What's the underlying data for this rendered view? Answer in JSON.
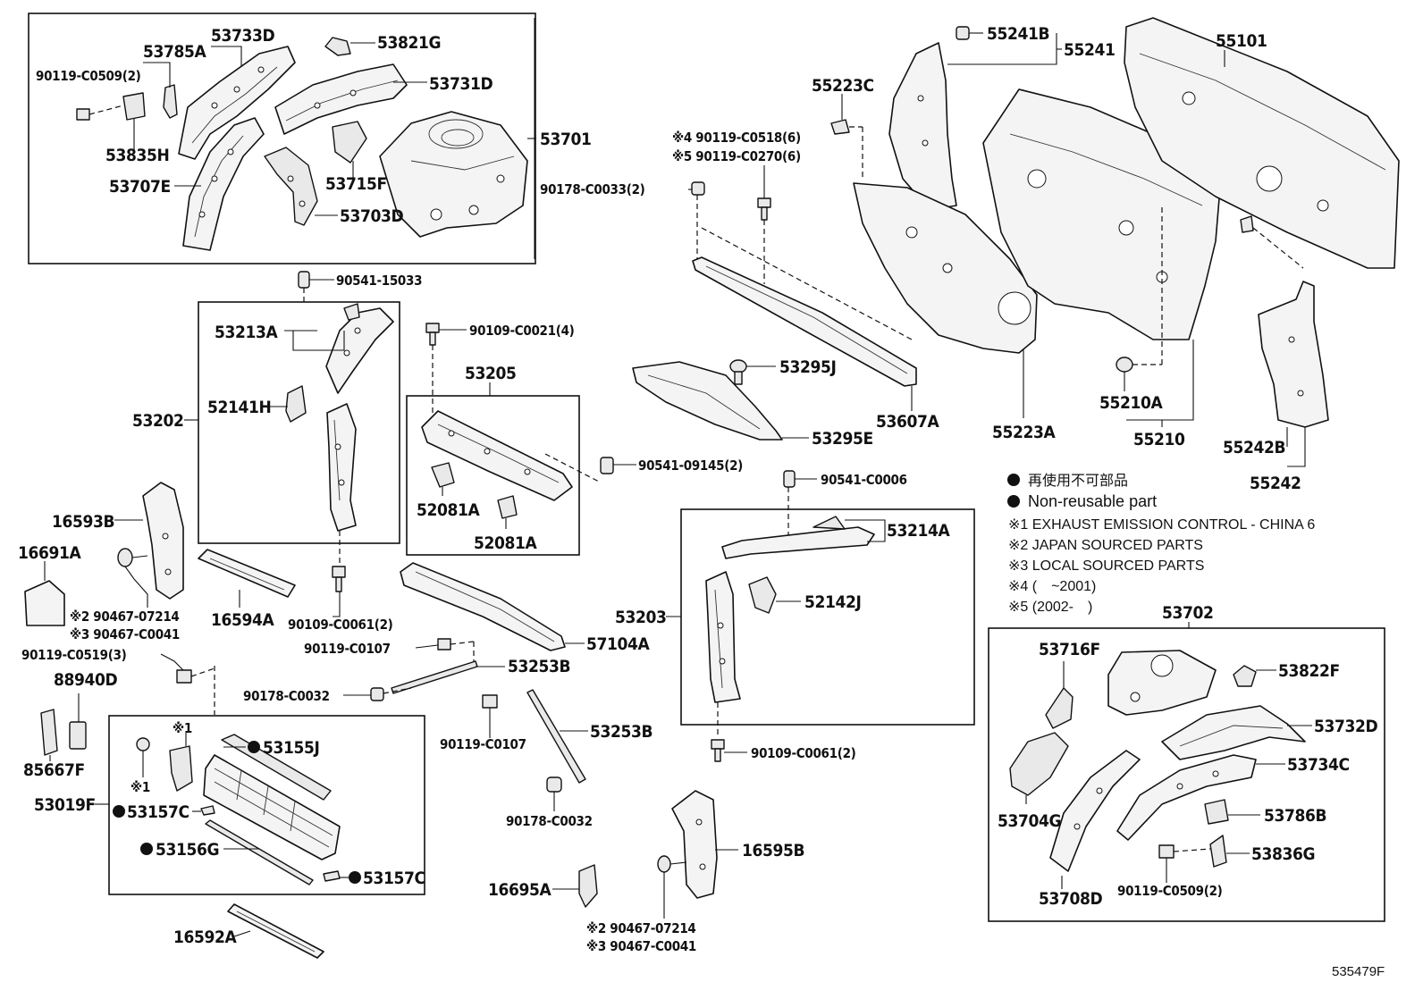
{
  "diagram_id": "535479F",
  "legend": {
    "marker_ja": "再使用不可部品",
    "marker_en": "Non-reusable part",
    "note1": "※1 EXHAUST EMISSION CONTROL - CHINA 6",
    "note2": "※2 JAPAN SOURCED PARTS",
    "note3": "※3 LOCAL SOURCED PARTS",
    "note4": "※4 (　~2001)",
    "note5": "※5 (2002-　)"
  },
  "labels": {
    "p53733D": "53733D",
    "p53785A": "53785A",
    "p53821G": "53821G",
    "p90119C0509_top": "90119-C0509(2)",
    "p53731D": "53731D",
    "p53701": "53701",
    "p53835H": "53835H",
    "p53715F": "53715F",
    "p53707E": "53707E",
    "p53703D": "53703D",
    "p90541_15033": "90541-15033",
    "p53213A": "53213A",
    "p52141H": "52141H",
    "p53202": "53202",
    "p90109C0021": "90109-C0021(4)",
    "p53205": "53205",
    "p52081A_1": "52081A",
    "p52081A_2": "52081A",
    "p90541_09145": "90541-09145(2)",
    "p16593B": "16593B",
    "p16691A": "16691A",
    "p16594A": "16594A",
    "p90109C0061_a": "90109-C0061(2)",
    "p90467_07214_a": "※2 90467-07214",
    "p90467_C0041_a": "※3 90467-C0041",
    "p90119C0107_a": "90119-C0107",
    "p57104A": "57104A",
    "p90119C0519": "90119-C0519(3)",
    "p53253B_a": "53253B",
    "p88940D": "88940D",
    "p90178C0032_a": "90178-C0032",
    "p85667F": "85667F",
    "p90119C0107_b": "90119-C0107",
    "p53253B_b": "53253B",
    "p53019F": "53019F",
    "p53155J": "53155J",
    "p53157C_a": "53157C",
    "p53156G": "53156G",
    "p53157C_b": "53157C",
    "p90178C0032_b": "90178-C0032",
    "star1_a": "※1",
    "star1_b": "※1",
    "p16592A": "16592A",
    "p16695A": "16695A",
    "p16595B": "16595B",
    "p90467_07214_b": "※2 90467-07214",
    "p90467_C0041_b": "※3 90467-C0041",
    "p55241B": "55241B",
    "p55241": "55241",
    "p55101": "55101",
    "p55223C": "55223C",
    "p90119C0518": "※4 90119-C0518(6)",
    "p90119C0270": "※5 90119-C0270(6)",
    "p90178C0033": "90178-C0033(2)",
    "p53295J": "53295J",
    "p53295E": "53295E",
    "p53607A": "53607A",
    "p55223A": "55223A",
    "p55210A": "55210A",
    "p55210": "55210",
    "p55242B": "55242B",
    "p55242": "55242",
    "p90541C0006": "90541-C0006",
    "p53214A": "53214A",
    "p52142J": "52142J",
    "p53203": "53203",
    "p90109C0061_b": "90109-C0061(2)",
    "p53702": "53702",
    "p53716F": "53716F",
    "p53822F": "53822F",
    "p53732D": "53732D",
    "p53734C": "53734C",
    "p53704G": "53704G",
    "p53786B": "53786B",
    "p53836G": "53836G",
    "p90119C0509_bot": "90119-C0509(2)",
    "p53708D": "53708D"
  }
}
